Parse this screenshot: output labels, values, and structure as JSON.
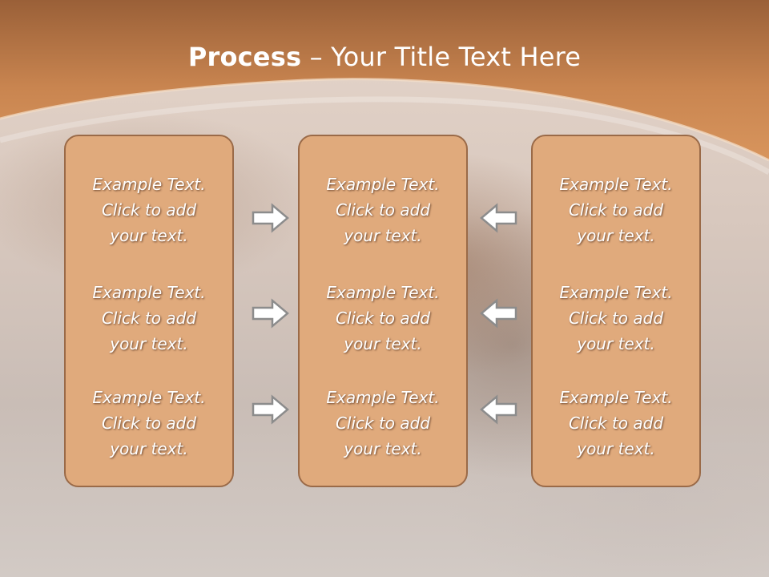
{
  "slide": {
    "title_bold": "Process",
    "title_rest": " – Your Title Text Here",
    "columns": [
      {
        "items": [
          {
            "line1": "Example Text.",
            "line2": "Click  to add",
            "line3": "your text."
          },
          {
            "line1": "Example Text.",
            "line2": "Click  to add",
            "line3": "your text."
          },
          {
            "line1": "Example Text.",
            "line2": "Click  to add",
            "line3": "your text."
          }
        ]
      },
      {
        "items": [
          {
            "line1": "Example Text.",
            "line2": "Click  to add",
            "line3": "your text."
          },
          {
            "line1": "Example Text.",
            "line2": "Click  to add",
            "line3": "your text."
          },
          {
            "line1": "Example Text.",
            "line2": "Click  to add",
            "line3": "your text."
          }
        ]
      },
      {
        "items": [
          {
            "line1": "Example Text.",
            "line2": "Click  to add",
            "line3": "your text."
          },
          {
            "line1": "Example Text.",
            "line2": "Click  to add",
            "line3": "your text."
          },
          {
            "line1": "Example Text.",
            "line2": "Click  to add",
            "line3": "your text."
          }
        ]
      }
    ],
    "arrows": {
      "left_group": "arrow-right-icon",
      "right_group": "arrow-left-icon"
    },
    "colors": {
      "header_orange": "#c98550",
      "box_fill": "#e0aa7c",
      "box_border": "#9a6a48",
      "text": "#ffffff"
    }
  }
}
